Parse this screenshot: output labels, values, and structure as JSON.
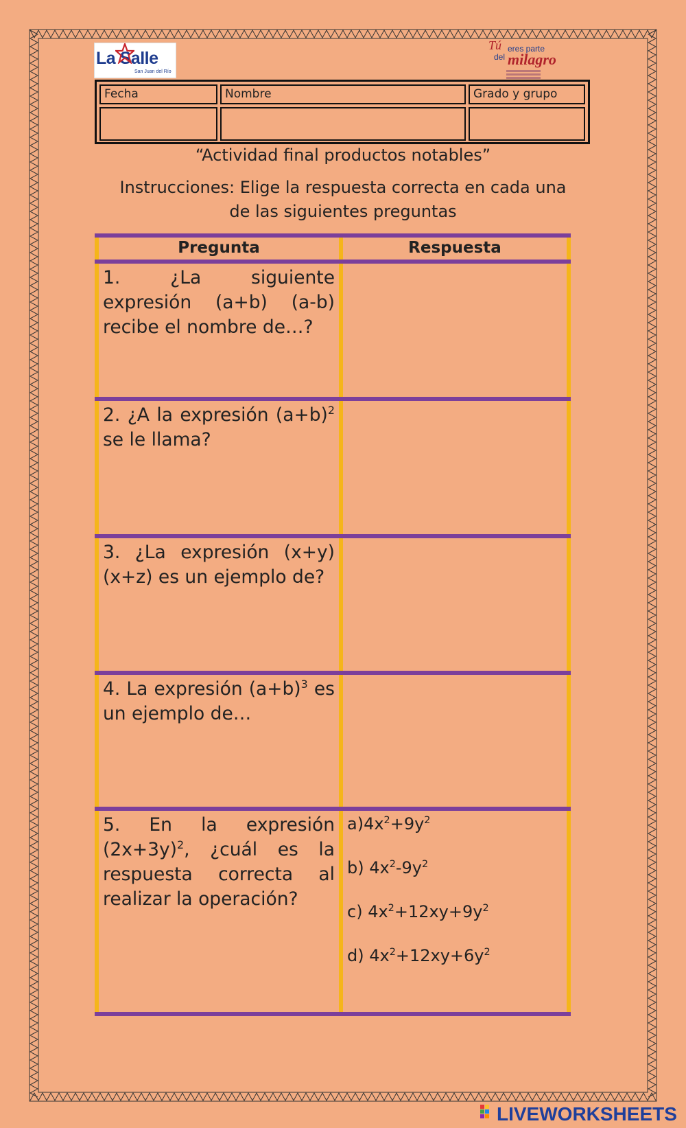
{
  "logos": {
    "left_name": "La Salle",
    "left_sub": "San Juan del Río",
    "right_tu": "Tú",
    "right_eres": "eres parte",
    "right_del": "del",
    "right_milagro": "milagro"
  },
  "info_table": {
    "fecha_label": "Fecha",
    "nombre_label": "Nombre",
    "grado_label": "Grado y grupo"
  },
  "title": "“Actividad final productos notables”",
  "instructions": {
    "line1": "Instrucciones: Elige la respuesta correcta en cada una",
    "line2": "de las siguientes preguntas"
  },
  "table": {
    "col_question": "Pregunta",
    "col_answer": "Respuesta",
    "questions": [
      {
        "text": "1. ¿La siguiente expresión (a+b) (a-b) recibe el nombre de…?"
      },
      {
        "text_before": "2. ¿A la expresión (a+b)",
        "sup": "2",
        "text_after": " se le llama?"
      },
      {
        "text": "3. ¿La expresión (x+y)(x+z) es un ejemplo de?"
      },
      {
        "text_before": "4. La expresión (a+b)",
        "sup": "3",
        "text_after": " es un ejemplo de…"
      },
      {
        "text_before": "5. En la expresión (2x+3y)",
        "sup": "2",
        "text_after": ", ¿cuál es la respuesta correcta al realizar la operación?"
      }
    ],
    "options": [
      {
        "p1": "a)4x",
        "s1": "2",
        "p2": "+9y",
        "s2": "2",
        "p3": ""
      },
      {
        "p1": "b) 4x",
        "s1": "2",
        "p2": "-9y",
        "s2": "2",
        "p3": ""
      },
      {
        "p1": "c) 4x",
        "s1": "2",
        "p2": "+12xy+9y",
        "s2": "2",
        "p3": ""
      },
      {
        "p1": "d) 4x",
        "s1": "2",
        "p2": "+12xy+6y",
        "s2": "2",
        "p3": ""
      }
    ]
  },
  "footer": {
    "brand": "LIVEWORKSHEETS"
  },
  "colors": {
    "background": "#F3AC82",
    "purple_rule": "#7B3F9B",
    "yellow_rule": "#F5B51A",
    "brand_blue": "#1f3f9b"
  }
}
